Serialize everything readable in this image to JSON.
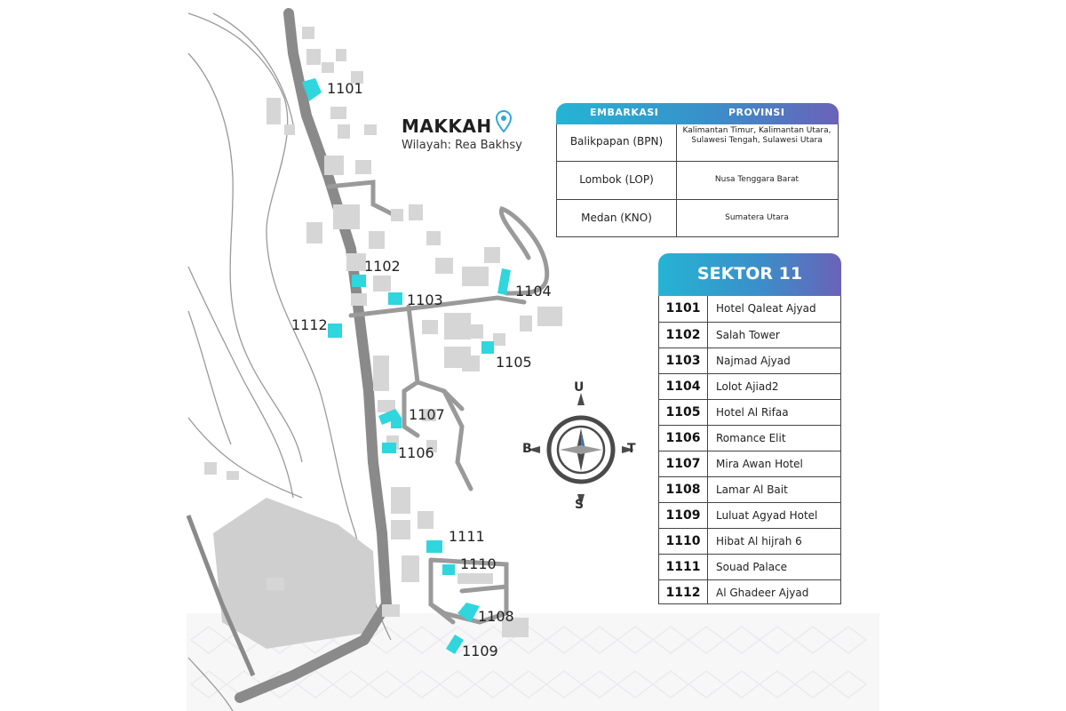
{
  "map": {
    "title": "MAKKAH",
    "subtitle": "Wilayah: Rea Bakhsy",
    "marker_labels": [
      "1101",
      "1102",
      "1103",
      "1104",
      "1105",
      "1106",
      "1107",
      "1108",
      "1109",
      "1110",
      "1111",
      "1112"
    ],
    "colors": {
      "marker": "#2fd6dd",
      "road": "#8a8a8a",
      "building": "#d6d6d6"
    }
  },
  "embarkasi": {
    "headers": [
      "EMBARKASI",
      "PROVINSI"
    ],
    "rows": [
      {
        "embarkasi": "Balikpapan (BPN)",
        "provinsi": "Kalimantan Timur, Kalimantan Utara, Sulawesi Tengah, Sulawesi Utara"
      },
      {
        "embarkasi": "Lombok (LOP)",
        "provinsi": "Nusa Tenggara Barat"
      },
      {
        "embarkasi": "Medan (KNO)",
        "provinsi": "Sumatera Utara"
      }
    ]
  },
  "sektor": {
    "title": "SEKTOR 11",
    "rows": [
      {
        "code": "1101",
        "name": "Hotel Qaleat Ajyad"
      },
      {
        "code": "1102",
        "name": "Salah Tower"
      },
      {
        "code": "1103",
        "name": "Najmad Ajyad"
      },
      {
        "code": "1104",
        "name": "Lolot Ajiad2"
      },
      {
        "code": "1105",
        "name": "Hotel Al Rifaa"
      },
      {
        "code": "1106",
        "name": "Romance Elit"
      },
      {
        "code": "1107",
        "name": "Mira Awan Hotel"
      },
      {
        "code": "1108",
        "name": "Lamar Al Bait"
      },
      {
        "code": "1109",
        "name": "Luluat Agyad Hotel"
      },
      {
        "code": "1110",
        "name": "Hibat Al hijrah 6"
      },
      {
        "code": "1111",
        "name": "Souad Palace"
      },
      {
        "code": "1112",
        "name": "Al Ghadeer Ajyad"
      }
    ]
  },
  "compass": {
    "north": "U",
    "south": "S",
    "west": "B",
    "east": "T"
  }
}
